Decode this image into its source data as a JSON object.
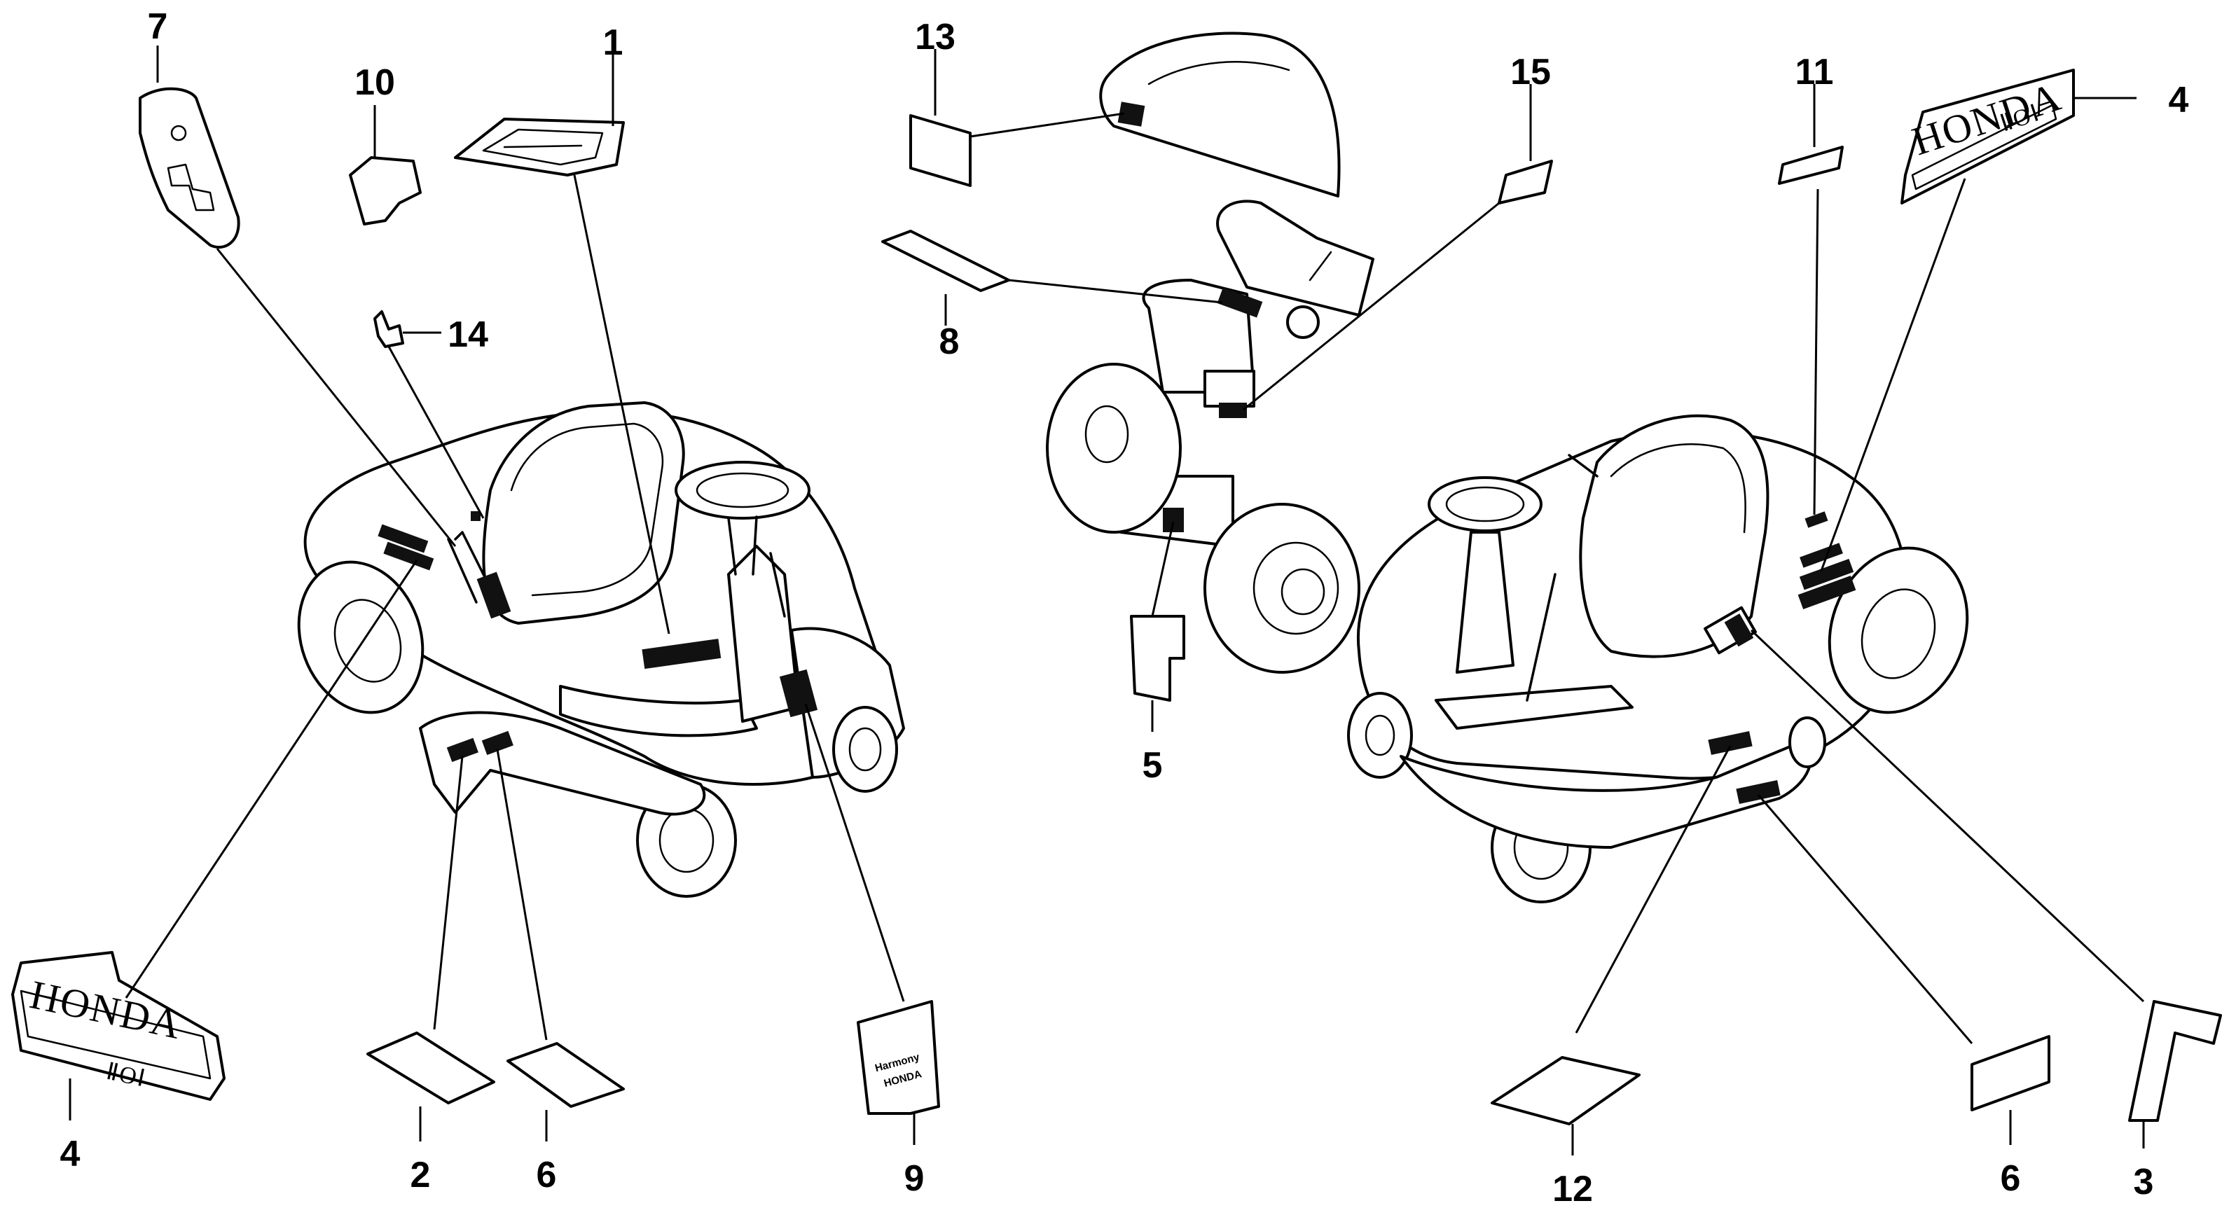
{
  "diagram": {
    "title": "Honda riding mower — decal / label locations",
    "callouts": {
      "c1": "1",
      "c2": "2",
      "c3": "3",
      "c4a": "4",
      "c4b": "4",
      "c5": "5",
      "c6a": "6",
      "c6b": "6",
      "c7": "7",
      "c8": "8",
      "c9": "9",
      "c10": "10",
      "c11": "11",
      "c12": "12",
      "c13": "13",
      "c14": "14",
      "c15": "15"
    },
    "brand_text": "HONDA",
    "model_badge": "ⅡOⅠ",
    "decal9_line1": "Harmony",
    "decal9_line2": "HONDA"
  }
}
